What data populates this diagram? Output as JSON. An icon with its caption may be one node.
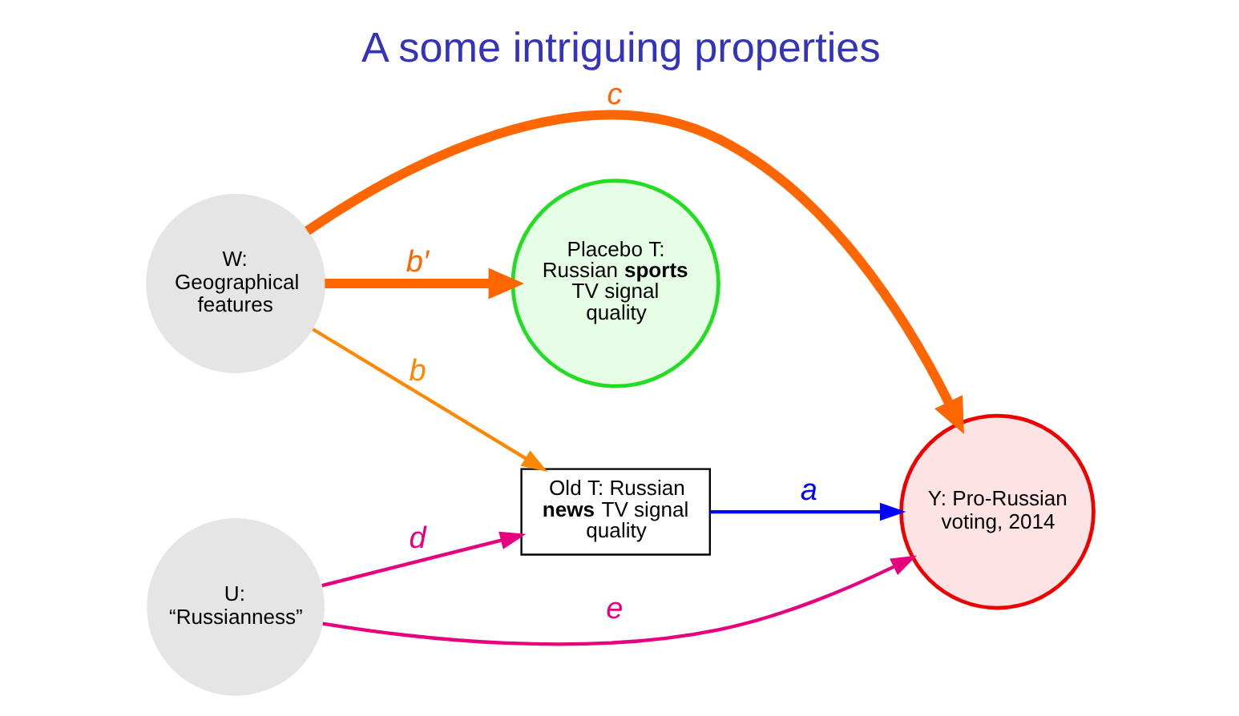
{
  "diagram": {
    "title": "A some intriguing properties",
    "nodes": [
      {
        "text": [
          "W: Geographical features"
        ]
      },
      {
        "text": [
          "Placebo T: Russian **sports** TV signal quality"
        ]
      },
      {
        "text": [
          "U: “Russianness”"
        ]
      },
      {
        "text": [
          "Old T: Russian **news** TV signal quality"
        ]
      },
      {
        "text": [
          "Y: Pro-Russian voting, 2014"
        ]
      }
    ],
    "edges": [
      {
        "from": 0,
        "to": 1,
        "arrow": "to",
        "label": "b′",
        "style": "thick",
        "color": "#ff6600"
      },
      {
        "from": 0,
        "to": 4,
        "arrow": "to",
        "label": "c",
        "style": "thick",
        "color": "#ff6600"
      },
      {
        "from": 0,
        "to": 3,
        "arrow": "to",
        "label": "b",
        "color": "#ff8800"
      },
      {
        "from": 2,
        "to": 3,
        "arrow": "to",
        "label": "d",
        "color": "#e6007e"
      },
      {
        "from": 2,
        "to": 4,
        "arrow": "to",
        "label": "e",
        "color": "#e6007e"
      },
      {
        "from": 3,
        "to": 4,
        "arrow": "to",
        "label": "a",
        "color": "#0000ff"
      }
    ]
  }
}
